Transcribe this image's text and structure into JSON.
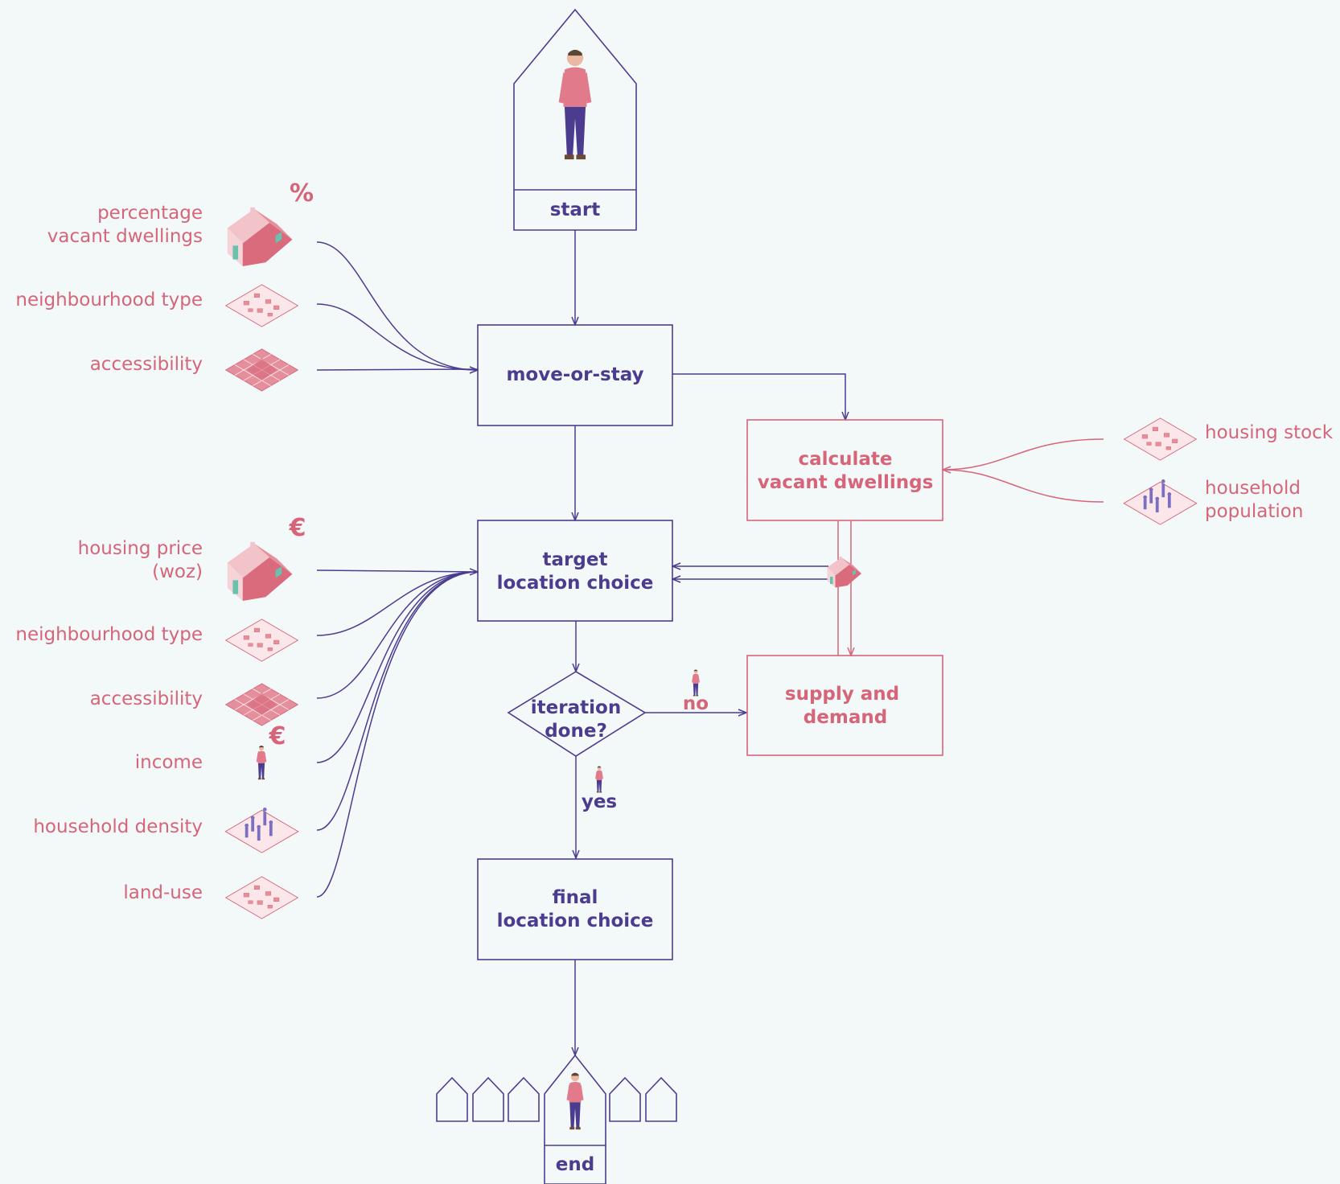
{
  "nodes": {
    "start": "start",
    "move_or_stay": "move-or-stay",
    "target_location_choice": [
      "target",
      "location choice"
    ],
    "calculate_vacant_dwellings": [
      "calculate",
      "vacant dwellings"
    ],
    "iteration_done": [
      "iteration",
      "done?"
    ],
    "supply_and_demand": [
      "supply and",
      "demand"
    ],
    "final_location_choice": [
      "final",
      "location choice"
    ],
    "end": "end"
  },
  "branches": {
    "no": "no",
    "yes": "yes"
  },
  "move_or_stay_inputs": {
    "percentage_vacant_dwellings": [
      "percentage",
      "vacant dwellings"
    ],
    "percentage_symbol": "%",
    "neighbourhood_type": "neighbourhood type",
    "accessibility": "accessibility"
  },
  "target_location_inputs": {
    "housing_price": [
      "housing price",
      "(woz)"
    ],
    "housing_price_symbol": "€",
    "neighbourhood_type": "neighbourhood type",
    "accessibility": "accessibility",
    "income": "income",
    "income_symbol": "€",
    "household_density": "household density",
    "land_use": "land-use"
  },
  "vacant_dwellings_inputs": {
    "housing_stock": "housing stock",
    "household_population": [
      "household",
      "population"
    ]
  },
  "colors": {
    "blue": "#4b3c8f",
    "pink": "#d6657a",
    "background": "#f3f9f9"
  },
  "icons": [
    "person-icon",
    "house-icon",
    "neighbourhood-icon",
    "accessibility-grid-icon",
    "household-icon"
  ]
}
